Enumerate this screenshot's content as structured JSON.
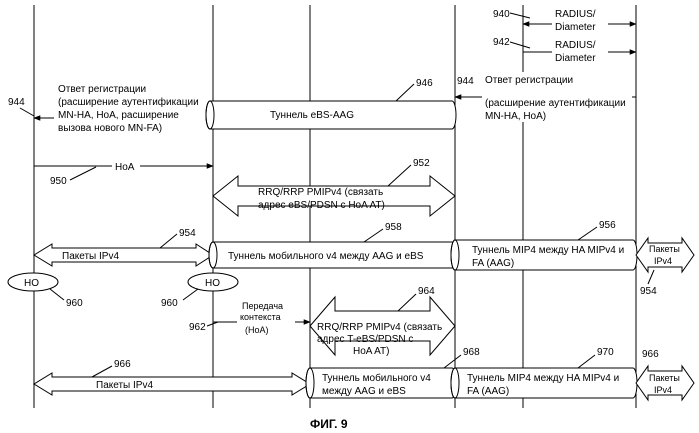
{
  "radius_940": {
    "ref": "940",
    "line1": "RADIUS/",
    "line2": "Diameter"
  },
  "radius_942": {
    "ref": "942",
    "line1": "RADIUS/",
    "line2": "Diameter"
  },
  "reply_left": {
    "ref": "944",
    "l1": "Ответ регистрации",
    "l2": "(расширение аутентификации",
    "l3": "MN-HA, HoA, расширение",
    "l4": "вызова нового MN-FA)"
  },
  "tunnel_946": {
    "ref": "946",
    "label": "Туннель eBS-AAG"
  },
  "reply_right": {
    "ref": "944",
    "l1": "Ответ регистрации",
    "l2": "(расширение аутентификации",
    "l3": "MN-HA, HoA)"
  },
  "hoa": {
    "ref": "950",
    "label": "HoA"
  },
  "rrq_952": {
    "ref": "952",
    "l1": "RRQ/RRP PMIPv4 (связать",
    "l2": "адрес eBS/PDSN с HoA AT)"
  },
  "packets_954": {
    "ref": "954",
    "label": "Пакеты IPv4"
  },
  "tunnel_958": {
    "ref": "958",
    "label": "Туннель мобильного v4 между AAG и eBS"
  },
  "tunnel_956": {
    "ref": "956",
    "l1": "Туннель MIP4 между HA MIPv4 и",
    "l2": "FA  (AAG)"
  },
  "packets_right_1": {
    "ref": "954",
    "l1": "Пакеты",
    "l2": "IPv4"
  },
  "ho_left": {
    "ref": "960",
    "label": "HO"
  },
  "ho_mid": {
    "ref": "960",
    "label": "HO"
  },
  "transfer": {
    "ref": "962",
    "l1": "Передача",
    "l2": "контекста",
    "l3": "(HoA)"
  },
  "rrq_964": {
    "ref": "964",
    "l1": "RRQ/RRP PMIPv4 (связать",
    "l2": "адрес T-eBS/PDSN с",
    "l3": "HoA  AT)"
  },
  "packets_966": {
    "ref": "966",
    "label": "Пакеты      IPv4"
  },
  "tunnel_968": {
    "ref": "968",
    "l1": "Туннель мобильного v4",
    "l2": "между AAG и eBS"
  },
  "tunnel_970": {
    "ref": "970",
    "l1": "Туннель MIP4 между HA MIPv4 и",
    "l2": "FA  (AAG)"
  },
  "packets_right_2": {
    "ref": "966",
    "l1": "Пакеты",
    "l2": "IPv4"
  },
  "caption": "ФИГ. 9"
}
